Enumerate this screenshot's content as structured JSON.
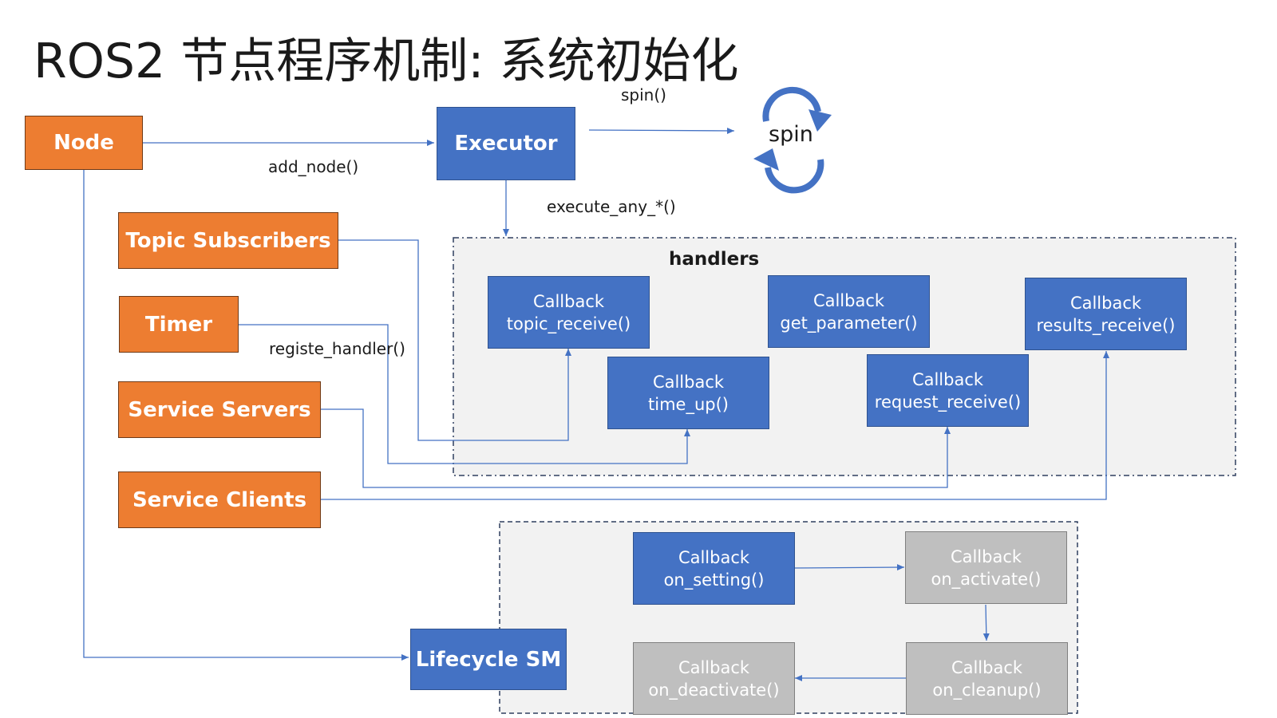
{
  "title": "ROS2 节点程序机制: 系统初始化",
  "nodes": {
    "node": "Node",
    "executor": "Executor",
    "topic_subscribers": "Topic Subscribers",
    "timer": "Timer",
    "service_servers": "Service Servers",
    "service_clients": "Service Clients",
    "lifecycle_sm": "Lifecycle SM"
  },
  "edge_labels": {
    "add_node": "add_node()",
    "spin": "spin()",
    "execute_any": "execute_any_*()",
    "registe_handler": "registe_handler()"
  },
  "spin_icon_label": "spin",
  "handlers_group": {
    "label": "handlers",
    "callbacks": [
      {
        "line1": "Callback",
        "line2": "topic_receive()"
      },
      {
        "line1": "Callback",
        "line2": "get_parameter()"
      },
      {
        "line1": "Callback",
        "line2": "results_receive()"
      },
      {
        "line1": "Callback",
        "line2": "time_up()"
      },
      {
        "line1": "Callback",
        "line2": "request_receive()"
      }
    ]
  },
  "lifecycle_group": {
    "callbacks": [
      {
        "line1": "Callback",
        "line2": "on_setting()",
        "state": "active"
      },
      {
        "line1": "Callback",
        "line2": "on_activate()",
        "state": "inactive"
      },
      {
        "line1": "Callback",
        "line2": "on_cleanup()",
        "state": "inactive"
      },
      {
        "line1": "Callback",
        "line2": "on_deactivate()",
        "state": "inactive"
      }
    ]
  },
  "colors": {
    "orange": "#ed7d31",
    "blue": "#4472c4",
    "gray": "#bfbfbf",
    "group_bg": "#f2f2f2",
    "connector": "#4472c4",
    "group_border": "#2f3f5f"
  }
}
